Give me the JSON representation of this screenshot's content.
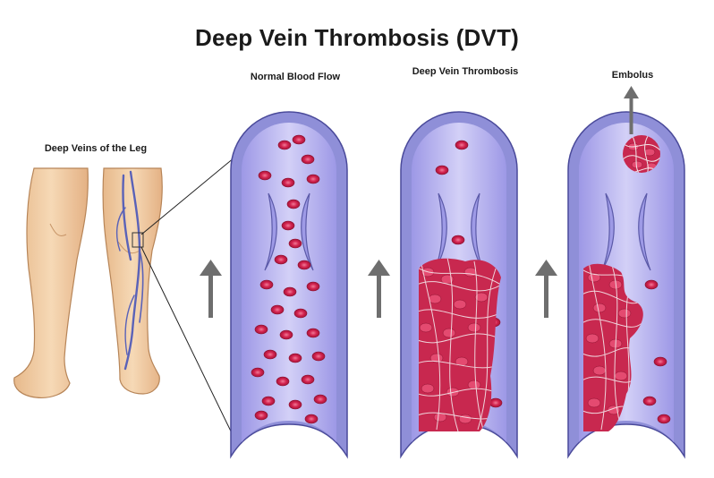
{
  "title": "Deep Vein Thrombosis (DVT)",
  "labels": {
    "legs": "Deep Veins of the Leg",
    "normal": "Normal Blood Flow",
    "dvt": "Deep Vein Thrombosis",
    "embolus": "Embolus"
  },
  "colors": {
    "vein_wall": "#8f8fd8",
    "vein_lumen": "#b9b6ee",
    "blood_cell": "#d3234f",
    "clot_fiber": "#f3e6ea",
    "skin": "#f2cfa6",
    "flow_arrow": "#6e6e6e"
  }
}
